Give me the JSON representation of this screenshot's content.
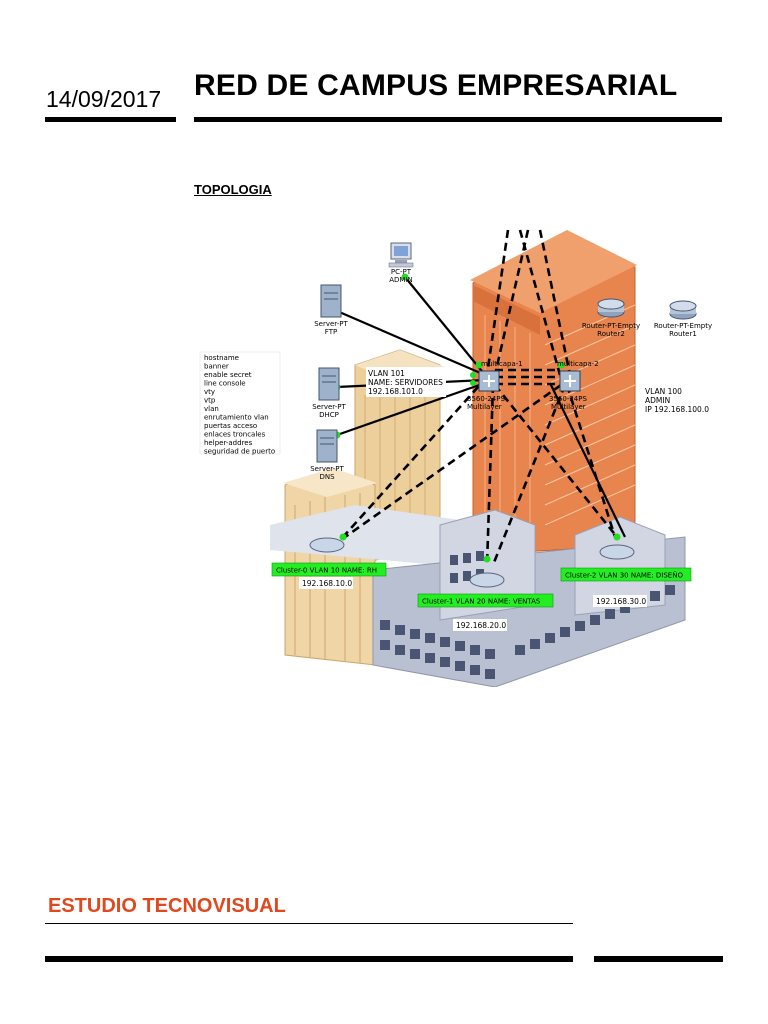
{
  "header": {
    "date": "14/09/2017",
    "title": "RED DE CAMPUS EMPRESARIAL"
  },
  "section": {
    "heading": "TOPOLOGIA"
  },
  "diagram": {
    "config_list": [
      "hostname",
      "banner",
      "enable secret",
      "line console",
      "vty",
      "vtp",
      "vlan",
      "enrutamiento vlan",
      "puertas acceso",
      "enlaces troncales",
      "helper-addres",
      "seguridad de puerto"
    ],
    "devices": {
      "pc_admin": [
        "PC-PT",
        "ADMIN"
      ],
      "server_ftp": [
        "Server-PT",
        "FTP"
      ],
      "server_dhcp": [
        "Server-PT",
        "DHCP"
      ],
      "server_dns": [
        "Server-PT",
        "DNS"
      ],
      "router2": [
        "Router-PT-Empty",
        "Router2"
      ],
      "router1": [
        "Router-PT-Empty",
        "Router1"
      ],
      "ml1": [
        "multicapa-1",
        "3560-24PS",
        "Multilayer"
      ],
      "ml2": [
        "multicapa-2",
        "3560-24PS",
        "Multilayer"
      ]
    },
    "vlan_servers": [
      "VLAN 101",
      "NAME: SERVIDORES",
      "192.168.101.0"
    ],
    "vlan_admin": [
      "VLAN 100",
      "ADMIN",
      "IP 192.168.100.0"
    ],
    "clusters": [
      {
        "label": "Cluster-0 VLAN 10 NAME: RH",
        "ip": "192.168.10.0"
      },
      {
        "label": "Cluster-1 VLAN 20 NAME: VENTAS",
        "ip": "192.168.20.0"
      },
      {
        "label": "Cluster-2 VLAN 30 NAME: DISEÑO",
        "ip": "192.168.30.0"
      }
    ],
    "colors": {
      "tower_orange": "#e8844e",
      "tower_tan": "#edcf9c",
      "building_gray": "#b9c0d2",
      "link_green": "#22dd22",
      "label_green": "#22ee22"
    }
  },
  "footer": {
    "brand": "ESTUDIO TECNOVISUAL"
  }
}
